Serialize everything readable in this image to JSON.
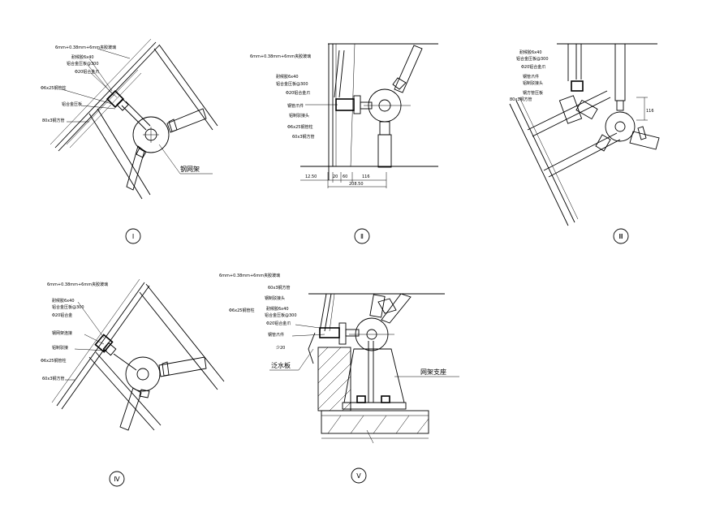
{
  "details": [
    {
      "id": "detail-1",
      "numeral": "Ⅰ",
      "labels": [
        "6mm+0.38mm+6mm夹胶玻璃",
        "耐候胶6x40",
        "铝合金压板@300",
        "Φ20铝合金爪",
        "Φ6x25钢管柱",
        "铝合金压板",
        "80x3钢方管"
      ],
      "callout": "钢网架"
    },
    {
      "id": "detail-2",
      "numeral": "Ⅱ",
      "labels": [
        "6mm+0.38mm+6mm夹胶玻璃",
        "耐候胶6x40",
        "铝合金压板@300",
        "Φ20铝合金爪",
        "钢管爪件",
        "铝制驳接头",
        "Φ6x25钢管柱",
        "60x3钢方管"
      ],
      "dimensions": [
        "12.50",
        "20",
        "60",
        "116",
        "208.50"
      ]
    },
    {
      "id": "detail-3",
      "numeral": "Ⅲ",
      "labels": [
        "耐候胶6x40",
        "铝合金压板@300",
        "Φ20铝合金爪",
        "钢管爪件",
        "铝制驳接头",
        "钢方管压板",
        "80x3钢方管"
      ],
      "dimensions": [
        "116"
      ]
    },
    {
      "id": "detail-4",
      "numeral": "Ⅳ",
      "labels": [
        "6mm+0.38mm+6mm夹胶玻璃",
        "耐候胶6x40",
        "铝合金压板@300",
        "Φ20铝合金",
        "钢网架连接",
        "铝制驳接",
        "Φ6x25钢管柱",
        "60x3钢方管"
      ]
    },
    {
      "id": "detail-5",
      "numeral": "Ⅴ",
      "labels": [
        "6mm+0.38mm+6mm夹胶玻璃",
        "Φ6x25钢管柱",
        "60x3钢方管",
        "钢制驳接头",
        "耐候胶6x40",
        "铝合金压板@300",
        "Φ20铝合金爪",
        "钢管爪件",
        "少20"
      ],
      "callouts": [
        "泛水板",
        "网架支座"
      ]
    }
  ]
}
